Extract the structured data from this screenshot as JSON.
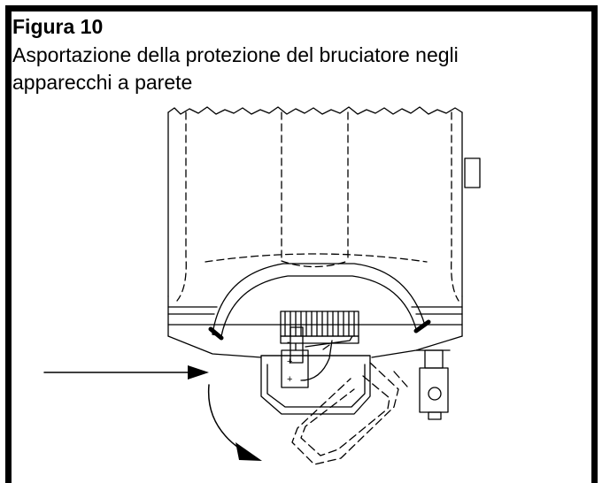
{
  "figure": {
    "label": "Figura 10",
    "caption_line1": "Asportazione della protezione del bruciatore negli",
    "caption_line2": "apparecchi a parete",
    "polarity_plus": "+",
    "polarity_minus": "-"
  }
}
